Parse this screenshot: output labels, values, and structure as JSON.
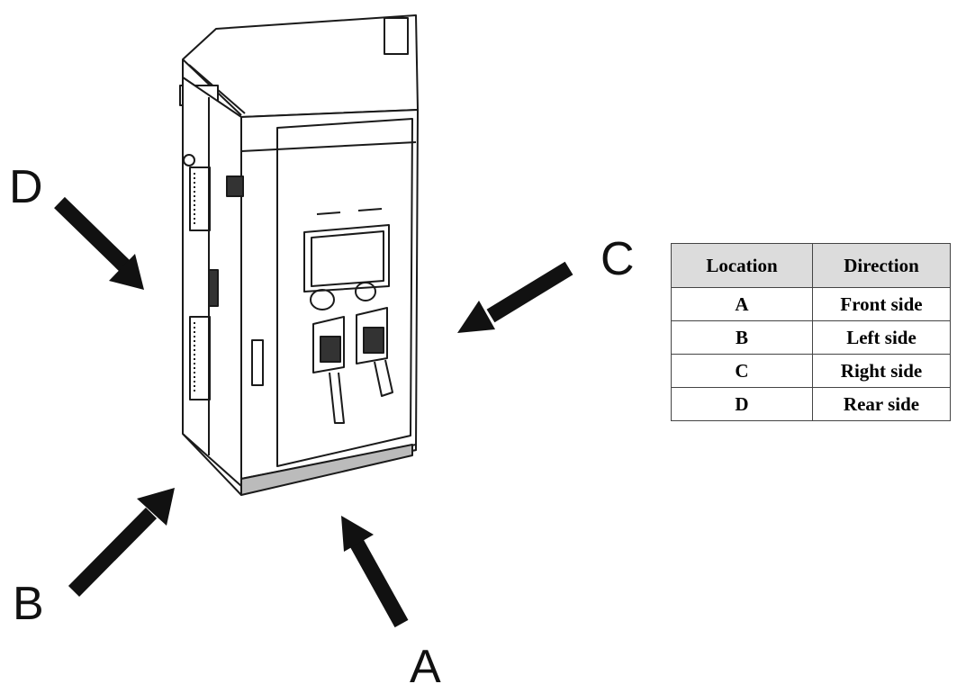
{
  "labels": {
    "a": "A",
    "b": "B",
    "c": "C",
    "d": "D"
  },
  "table": {
    "headers": [
      "Location",
      "Direction"
    ],
    "rows": [
      [
        "A",
        "Front side"
      ],
      [
        "B",
        "Left side"
      ],
      [
        "C",
        "Right side"
      ],
      [
        "D",
        "Rear side"
      ]
    ]
  },
  "colors": {
    "arrow": "#111111",
    "line": "#1a1a1a",
    "header_bg": "#dcdcdc"
  }
}
